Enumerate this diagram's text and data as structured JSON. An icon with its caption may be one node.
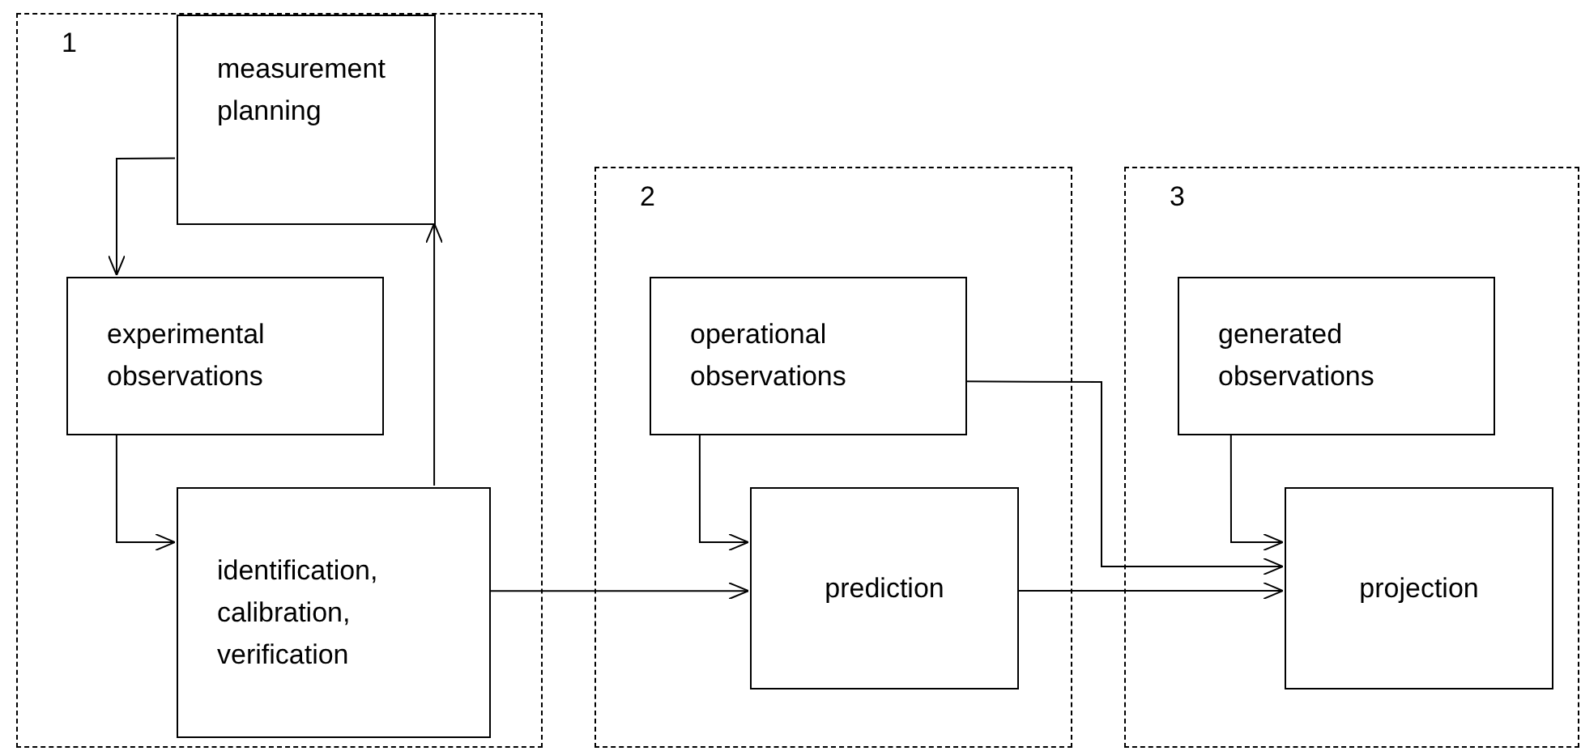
{
  "diagram": {
    "nodes": [
      {
        "text": [
          "1"
        ]
      },
      {
        "text": [
          "measurement planning"
        ],
        "in": 0
      },
      {
        "text": [
          "experimental observations"
        ],
        "in": 0
      },
      {
        "text": [
          "identification, calibration, verification"
        ],
        "in": 0
      },
      {
        "text": [
          "2"
        ]
      },
      {
        "text": [
          "operational observations"
        ],
        "in": 4
      },
      {
        "text": [
          "prediction"
        ],
        "in": 4
      },
      {
        "text": [
          "3"
        ]
      },
      {
        "text": [
          "generated observations"
        ],
        "in": 7
      },
      {
        "text": [
          "projection"
        ],
        "in": 7
      }
    ],
    "edges": [
      {
        "from": 1,
        "to": 2,
        "arrow": "to"
      },
      {
        "from": 2,
        "to": 3,
        "arrow": "to"
      },
      {
        "from": 3,
        "to": 1,
        "arrow": "to"
      },
      {
        "from": 3,
        "to": 6,
        "arrow": "to"
      },
      {
        "from": 5,
        "to": 6,
        "arrow": "to"
      },
      {
        "from": 5,
        "to": 9,
        "arrow": "to"
      },
      {
        "from": 8,
        "to": 9,
        "arrow": "to"
      },
      {
        "from": 6,
        "to": 9,
        "arrow": "to"
      }
    ]
  }
}
